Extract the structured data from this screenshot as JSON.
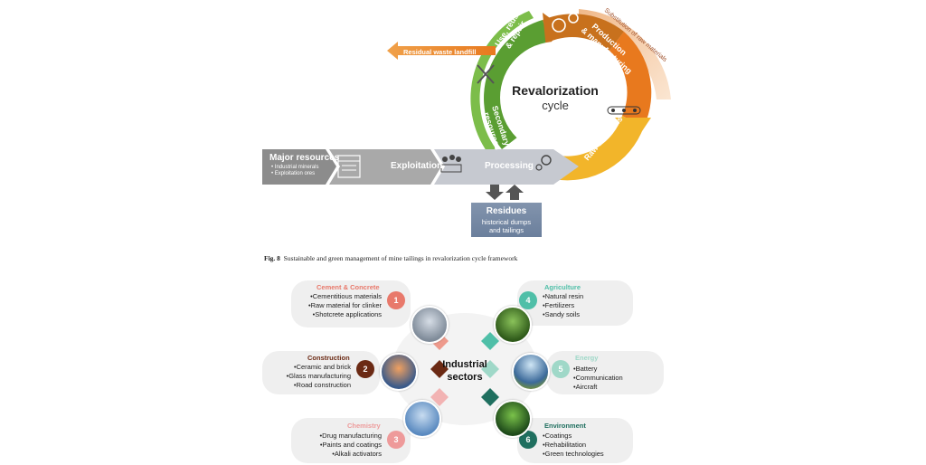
{
  "figure_top": {
    "cycle": {
      "title": "Revalorization",
      "subtitle": "cycle",
      "segments": {
        "use_reuse_repair": [
          "Use, reuse",
          "& repair"
        ],
        "production": [
          "Production",
          "& manufacturing"
        ],
        "raw_materials": "Raw materials",
        "secondary_resources": [
          "Secondary",
          "resources"
        ],
        "substitution": "Substitution of raw materials",
        "residual_waste": "Residual waste landfill"
      }
    },
    "major_resources": {
      "title": "Major resources",
      "items": [
        "Industrial minerals",
        "Exploitation ores"
      ]
    },
    "exploitation": "Exploitation",
    "processing": "Processing",
    "residues": {
      "title": "Residues",
      "lines": [
        "historical dumps",
        "and tailings"
      ]
    },
    "caption": {
      "label": "Fig. 8",
      "text": "Sustainable and green management of mine tailings in revalorization cycle framework"
    },
    "colors": {
      "green": "#5a9e32",
      "orange": "#e8791e",
      "yellow": "#f2b52a",
      "gray_arrow": "#8f8f8f",
      "residues_blue": "#7689a6"
    }
  },
  "figure_bottom": {
    "center": [
      "Industrial",
      "sectors"
    ],
    "sectors": [
      {
        "number": "1",
        "title": "Cement & Concrete",
        "color": "#e8796b",
        "items": [
          "•Cementitious materials",
          "•Raw material for clinker",
          "•Shotcrete applications"
        ]
      },
      {
        "number": "2",
        "title": "Construction",
        "color": "#6b2a14",
        "items": [
          "•Ceramic and brick",
          "•Glass manufacturing",
          "•Road construction"
        ]
      },
      {
        "number": "3",
        "title": "Chemistry",
        "color": "#ee9a9a",
        "items": [
          "•Drug manufacturing",
          "•Paints and coatings",
          "•Alkali activators"
        ]
      },
      {
        "number": "4",
        "title": "Agriculture",
        "color": "#4fbfa8",
        "items": [
          "•Natural resin",
          "•Fertilizers",
          "•Sandy soils"
        ]
      },
      {
        "number": "5",
        "title": "Energy",
        "color": "#9fd8c8",
        "items": [
          "•Battery",
          "•Communication",
          "•Aircraft"
        ]
      },
      {
        "number": "6",
        "title": "Environment",
        "color": "#1f6f5f",
        "items": [
          "•Coatings",
          "•Rehabilitation",
          "•Green technologies"
        ]
      }
    ]
  }
}
